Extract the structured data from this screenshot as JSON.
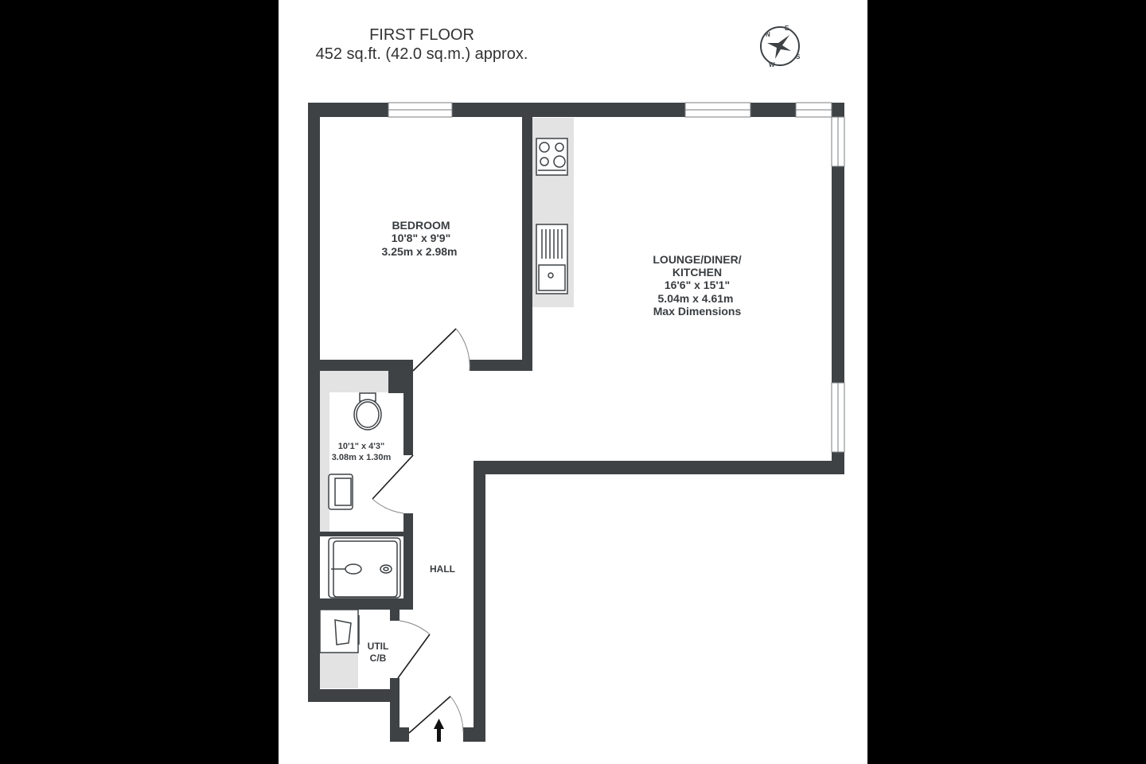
{
  "header": {
    "floor_name": "FIRST FLOOR",
    "area": "452 sq.ft. (42.0 sq.m.) approx."
  },
  "compass": {
    "letters": [
      "N",
      "E",
      "S",
      "W"
    ]
  },
  "colors": {
    "wall": "#3e4245",
    "counter": "#e3e3e3",
    "background": "#ffffff",
    "outer": "#000000",
    "text": "#3a3d40"
  },
  "rooms": [
    {
      "id": "bedroom",
      "name": "BEDROOM",
      "imperial": "10'8\"  x 9'9\"",
      "metric": "3.25m  x 2.98m"
    },
    {
      "id": "lounge",
      "name": "LOUNGE/DINER/",
      "name2": "KITCHEN",
      "imperial": "16'6\"  x 15'1\"",
      "metric": "5.04m  x 4.61m",
      "note": "Max Dimensions"
    },
    {
      "id": "bathroom",
      "imperial": "10'1\"  x 4'3\"",
      "metric": "3.08m  x 1.30m"
    },
    {
      "id": "hall",
      "name": "HALL"
    },
    {
      "id": "util",
      "name": "UTIL",
      "name2": "C/B"
    }
  ]
}
